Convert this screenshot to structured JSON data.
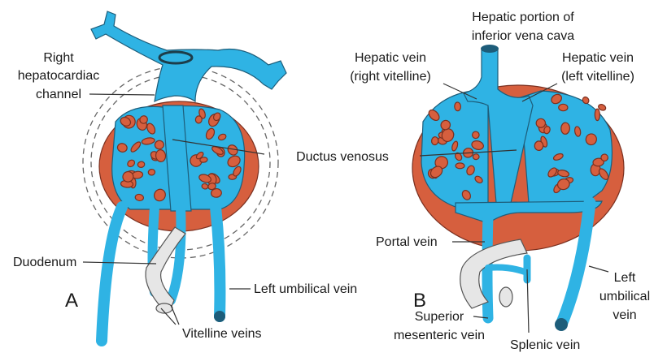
{
  "panel_a": {
    "letter": "A",
    "labels": {
      "right_hepatocardiac": [
        "Right",
        "hepatocardiac",
        "channel"
      ],
      "duodenum": "Duodenum",
      "left_umbilical_vein": "Left umbilical vein",
      "vitelline_veins": "Vitelline veins"
    }
  },
  "shared": {
    "ductus_venosus": "Ductus venosus"
  },
  "panel_b": {
    "letter": "B",
    "labels": {
      "ivc": [
        "Hepatic portion of",
        "inferior vena cava"
      ],
      "hepatic_vein_right": [
        "Hepatic vein",
        "(right vitelline)"
      ],
      "hepatic_vein_left": [
        "Hepatic vein",
        "(left vitelline)"
      ],
      "portal_vein": "Portal vein",
      "superior_mesenteric": [
        "Superior",
        "mesenteric vein"
      ],
      "left_umbilical": [
        "Left",
        "umbilical",
        "vein"
      ],
      "splenic_vein": "Splenic vein"
    }
  },
  "colors": {
    "vein": "#2fb3e4",
    "liver": "#d65f3e",
    "duodenum": "#e6e6e6"
  }
}
